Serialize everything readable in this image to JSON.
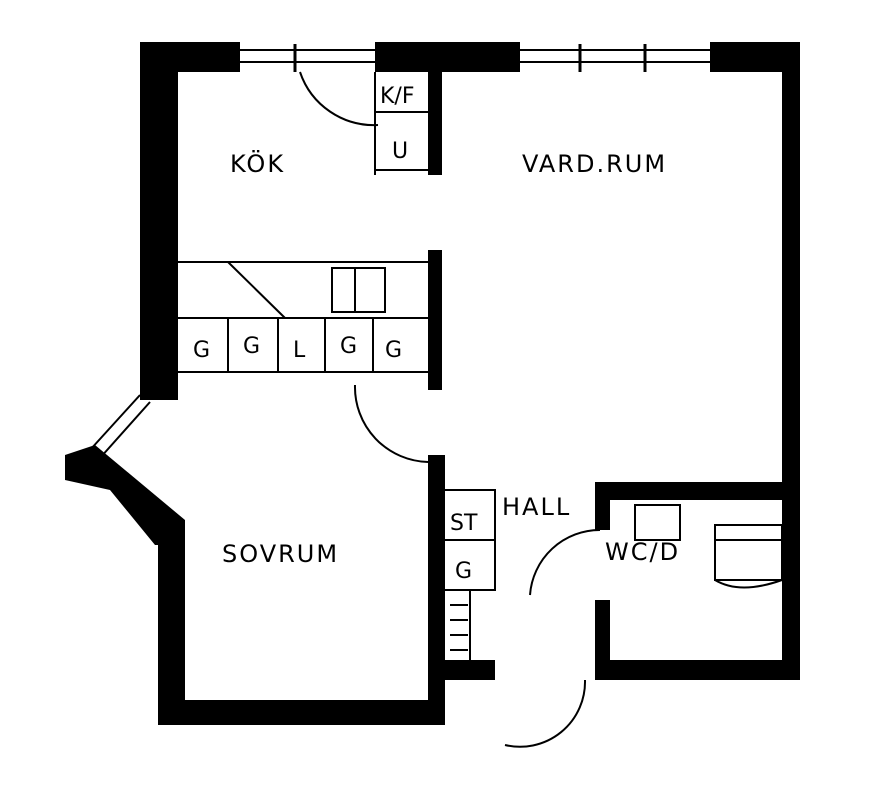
{
  "title": "Floor plan",
  "rooms": {
    "kok": "KÖK",
    "vardrum": "VARD.RUM",
    "sovrum": "SOVRUM",
    "hall": "HALL",
    "wcd": "WC/D"
  },
  "fixtures": {
    "kf": "K/F",
    "u": "U",
    "closets": [
      "G",
      "G",
      "L",
      "G",
      "G"
    ],
    "st": "ST",
    "g_hall": "G"
  },
  "colors": {
    "ink": "#000000",
    "paper": "#ffffff"
  }
}
